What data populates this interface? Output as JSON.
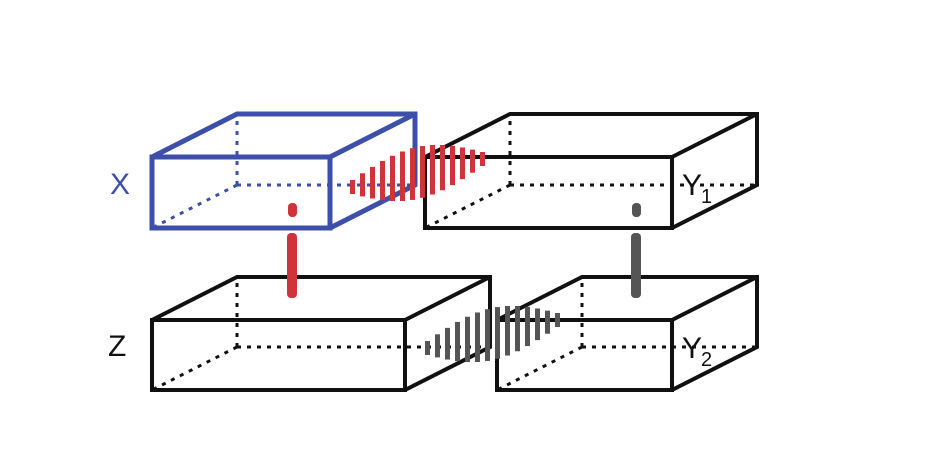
{
  "labels": {
    "x": "X",
    "y1": "Y",
    "y1_sub": "1",
    "z": "Z",
    "y2": "Y",
    "y2_sub": "2"
  },
  "colors": {
    "x_box": "#3d4fa8",
    "other_box": "#111111",
    "x_links": "#d0333a",
    "z_links": "#555555"
  }
}
